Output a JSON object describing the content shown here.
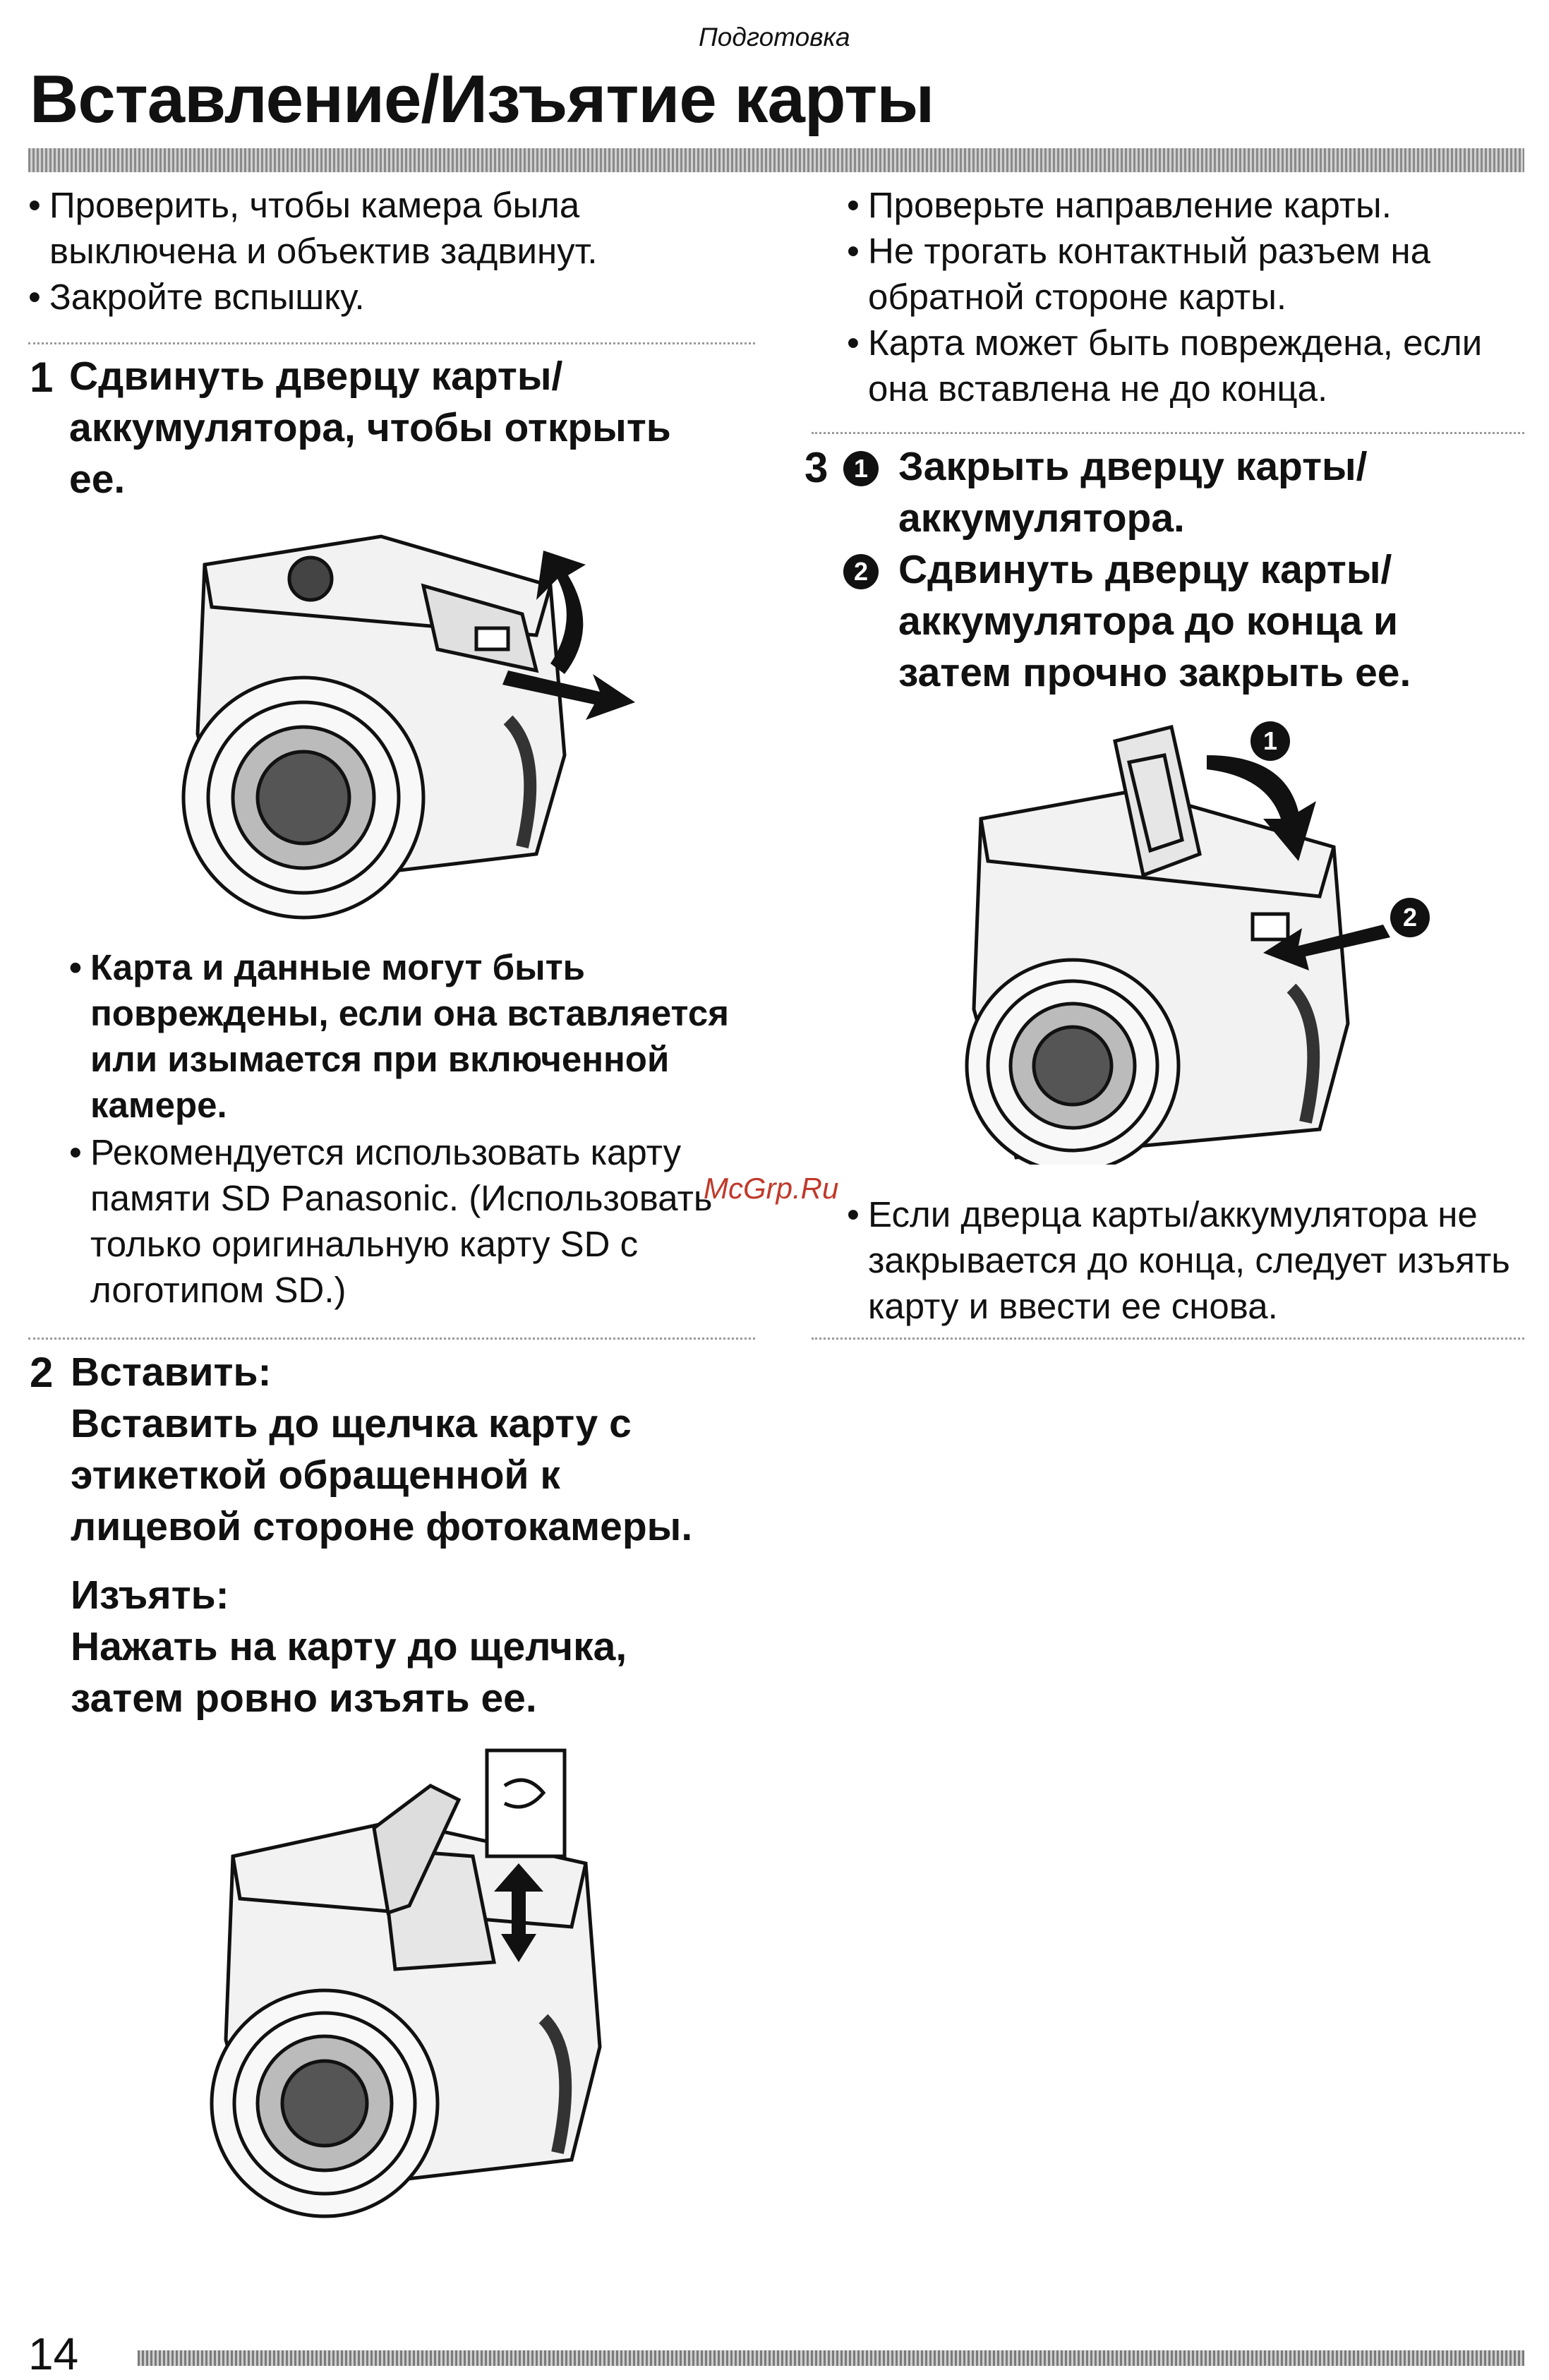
{
  "header": {
    "section": "Подготовка",
    "title": "Вставление/Изъятие карты"
  },
  "left_top_bullets": [
    "Проверить, чтобы камера была выключена и объектив задвинут.",
    "Закройте вспышку."
  ],
  "step1": {
    "num": "1",
    "lines": [
      "Сдвинуть дверцу карты/",
      "аккумулятора, чтобы открыть",
      "ее."
    ]
  },
  "step1_notes_bold": [
    "Карта и данные могут быть повреждены, если она вставляется или изымается при включенной камере."
  ],
  "step1_notes": [
    "Рекомендуется использовать карту памяти SD Panasonic. (Использовать только оригинальную карту SD с логотипом SD.)"
  ],
  "step2": {
    "num": "2",
    "insert_label": "Вставить:",
    "insert_lines": [
      "Вставить до щелчка карту с",
      "этикеткой обращенной к",
      "лицевой стороне фотокамеры."
    ],
    "remove_label": "Изъять:",
    "remove_lines": [
      "Нажать на карту до щелчка,",
      "затем ровно изъять ее."
    ]
  },
  "right_top_bullets": [
    "Проверьте направление карты.",
    "Не трогать контактный разъем на обратной стороне карты.",
    "Карта может быть повреждена, если она вставлена не до конца."
  ],
  "step3": {
    "num": "3",
    "sub1_marker": "1",
    "sub1_lines": [
      "Закрыть дверцу карты/",
      "аккумулятора."
    ],
    "sub2_marker": "2",
    "sub2_lines": [
      "Сдвинуть дверцу карты/",
      "аккумулятора до конца и",
      "затем прочно закрыть ее."
    ],
    "figure_callouts": [
      "1",
      "2"
    ]
  },
  "step3_notes": [
    "Если дверца карты/аккумулятора не закрывается до конца, следует изъять карту и ввести ее снова."
  ],
  "watermark": "McGrp.Ru",
  "page_number": "14"
}
